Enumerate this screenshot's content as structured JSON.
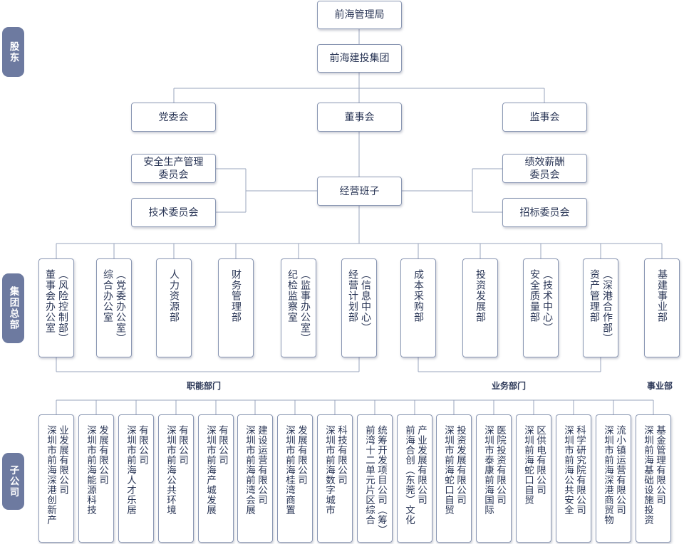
{
  "side_tags": [
    "股东",
    "集团总部",
    "子公司"
  ],
  "top": {
    "admin": "前海管理局",
    "group": "前海建投集团",
    "party": "党委会",
    "board": "董事会",
    "supervisors": "监事会",
    "management": "经营班子"
  },
  "committees": {
    "safety": [
      "安全生产管理",
      "委员会"
    ],
    "tech": "技术委员会",
    "perf": [
      "绩效薪酬",
      "委员会"
    ],
    "bid": "招标委员会"
  },
  "departments": [
    [
      "董事会办公室",
      "（风险控制部）"
    ],
    [
      "综合办公室",
      "（党委办公室）"
    ],
    [
      "人力资源部"
    ],
    [
      "财务管理部"
    ],
    [
      "纪检监察室",
      "（监事办公室）"
    ],
    [
      "经营计划部",
      "（信息中心）"
    ],
    [
      "成本采购部"
    ],
    [
      "投资发展部"
    ],
    [
      "安全质量部",
      "（技术中心）"
    ],
    [
      "资产管理部",
      "（深港合作部）"
    ],
    [
      "基建事业部"
    ]
  ],
  "dept_groups": {
    "functional": "职能部门",
    "business": "业务部门",
    "enterprise": "事业部"
  },
  "subsidiaries": [
    [
      "深圳市前海深港创新产",
      "业发展有限公司"
    ],
    [
      "深圳市前海能源科技",
      "发展有限公司"
    ],
    [
      "深圳市前海人才乐居",
      "有限公司"
    ],
    [
      "深圳市前海公共环境",
      "有限公司"
    ],
    [
      "深圳市前海产城发展",
      "有限公司"
    ],
    [
      "深圳市前海前湾会展",
      "建设运营有限公司"
    ],
    [
      "深圳市前海桂湾商置",
      "发展有限公司"
    ],
    [
      "深圳市前海数字城市",
      "科技有限公司"
    ],
    [
      "前湾十二单元片区综合",
      "统筹开发项目公司（筹）"
    ],
    [
      "前海合创（东莞）文化",
      "产业发展有限公司"
    ],
    [
      "深圳市前海蛇口自贸",
      "投资发展有限公司"
    ],
    [
      "深圳市泰康前海国际",
      "医院投资有限公司"
    ],
    [
      "深圳前海蛇口自贸",
      "区供电有限公司"
    ],
    [
      "深圳市前海公共安全",
      "科学研究院有限公司"
    ],
    [
      "深圳市前海深港商贸物",
      "流小镇运营有限公司"
    ],
    [
      "深圳前海基础设施投资",
      "基金管理有限公司"
    ]
  ]
}
